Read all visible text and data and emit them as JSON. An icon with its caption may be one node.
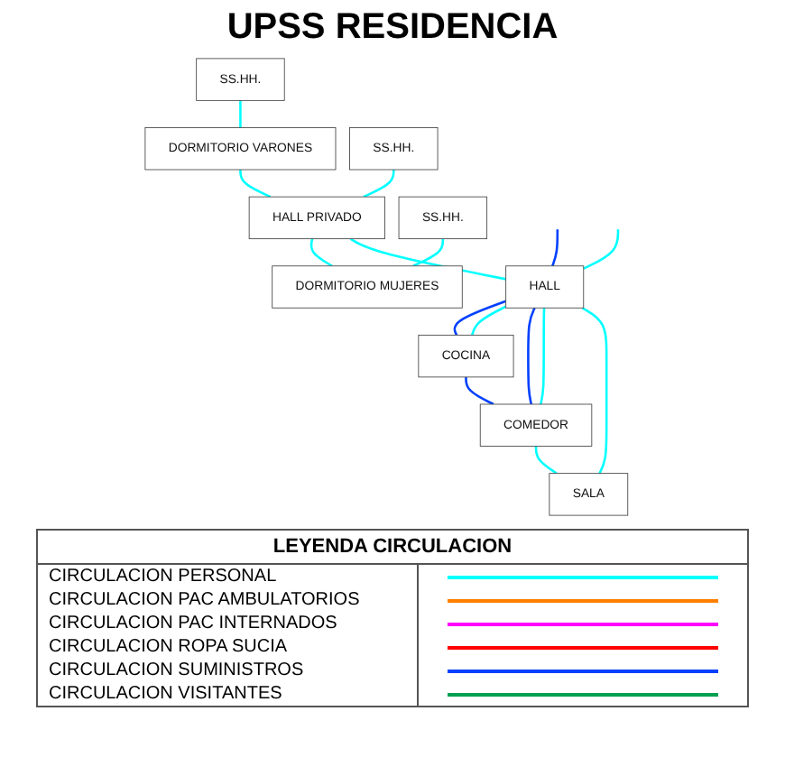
{
  "diagram": {
    "title": "UPSS RESIDENCIA",
    "nodes": [
      {
        "text": [
          "SS.HH."
        ]
      },
      {
        "text": [
          "DORMITORIO VARONES"
        ]
      },
      {
        "text": [
          "HALL"
        ]
      },
      {
        "text": [
          "COCINA"
        ]
      },
      {
        "text": [
          "SS.HH."
        ]
      },
      {
        "text": [
          "HALL PRIVADO"
        ]
      },
      {
        "text": [
          "COMEDOR"
        ]
      },
      {
        "text": [
          "SS.HH."
        ]
      },
      {
        "text": [
          "DORMITORIO MUJERES"
        ]
      },
      {
        "text": [
          "SALA"
        ]
      }
    ],
    "edges": [
      {
        "from": 0,
        "to": 1,
        "arrow": "none"
      },
      {
        "from": 1,
        "to": 5,
        "arrow": "none"
      },
      {
        "from": 4,
        "to": 5,
        "arrow": "none"
      },
      {
        "from": 5,
        "to": 8,
        "arrow": "none"
      },
      {
        "from": 7,
        "to": 8,
        "arrow": "none"
      },
      {
        "from": 5,
        "to": 2,
        "arrow": "none"
      },
      {
        "from": 2,
        "to": 3,
        "arrow": "none",
        "color": "#0040ff"
      },
      {
        "from": 2,
        "to": 3,
        "arrow": "none"
      },
      {
        "from": 3,
        "to": 6,
        "arrow": "none",
        "color": "#0040ff"
      },
      {
        "from": 2,
        "to": 6,
        "arrow": "none",
        "color": "#0040ff"
      },
      {
        "from": 2,
        "to": 6,
        "arrow": "none"
      },
      {
        "from": 6,
        "to": 9,
        "arrow": "none"
      },
      {
        "from": 2,
        "to": 9,
        "arrow": "none"
      },
      {
        "from": null,
        "to": 2,
        "arrow": "none",
        "color": "#0040ff"
      },
      {
        "from": null,
        "to": 2,
        "arrow": "none"
      }
    ],
    "labels": [
      "LEYENDA CIRCULACION"
    ],
    "legend": [
      {
        "text": "CIRCULACION PERSONAL",
        "color": "#00ffff"
      },
      {
        "text": "CIRCULACION PAC AMBULATORIOS",
        "color": "#ff8000"
      },
      {
        "text": "CIRCULACION PAC INTERNADOS",
        "color": "#ff00ff"
      },
      {
        "text": "CIRCULACION ROPA SUCIA",
        "color": "#ff0000"
      },
      {
        "text": "CIRCULACION SUMINISTROS",
        "color": "#0040ff"
      },
      {
        "text": "CIRCULACION VISITANTES",
        "color": "#00a050"
      }
    ]
  }
}
